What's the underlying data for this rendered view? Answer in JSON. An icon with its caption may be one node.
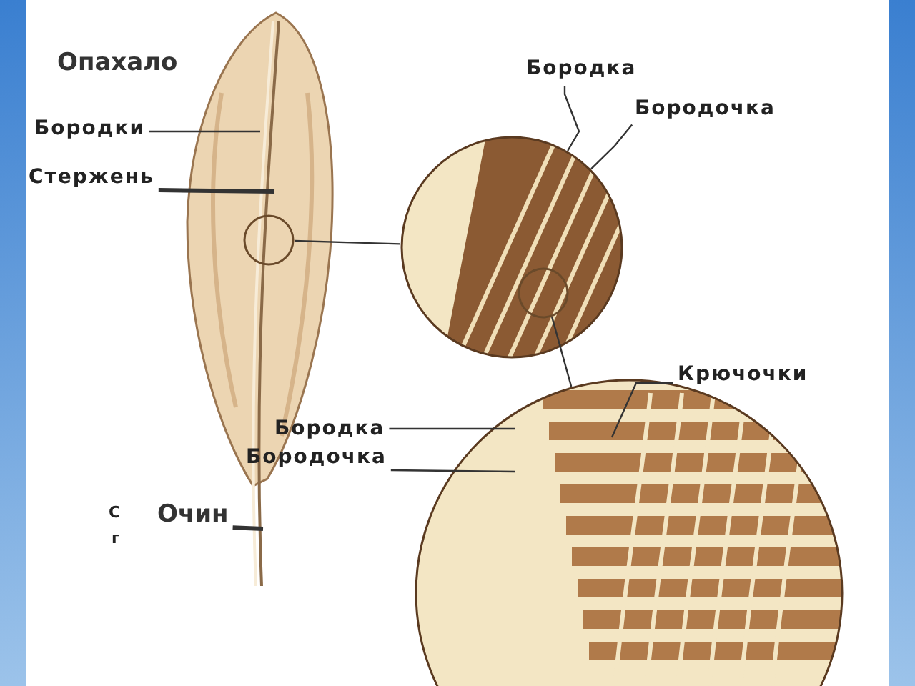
{
  "diagram": {
    "nodes": [
      {
        "text": [
          "Бородка"
        ]
      },
      {
        "text": [
          "Бородочка"
        ]
      },
      {
        "text": [
          "Бородки"
        ]
      },
      {
        "text": [
          "Стержень"
        ]
      },
      {
        "text": [],
        "shape": "picture"
      },
      {
        "text": [],
        "shape": "circle",
        "in": 4
      },
      {
        "text": [],
        "shape": "picture"
      },
      {
        "text": [],
        "shape": "circle",
        "in": 6
      },
      {
        "text": [
          "Крючочки"
        ]
      },
      {
        "text": [
          "Бородка"
        ]
      },
      {
        "text": [
          "Бородочка"
        ]
      },
      {
        "text": [],
        "shape": "picture"
      },
      {
        "text": [
          "Очин"
        ]
      }
    ],
    "edges": [
      {
        "from": 0,
        "to": 6,
        "arrow": "none"
      },
      {
        "from": 1,
        "to": 6,
        "arrow": "none"
      },
      {
        "from": 2,
        "to": 4,
        "arrow": "none"
      },
      {
        "from": 3,
        "to": 4,
        "arrow": "none",
        "style": "thick"
      },
      {
        "from": 5,
        "to": 6,
        "arrow": "none"
      },
      {
        "from": 7,
        "to": 11,
        "arrow": "none"
      },
      {
        "from": 8,
        "to": 11,
        "arrow": "none"
      },
      {
        "from": 9,
        "to": 11,
        "arrow": "none"
      },
      {
        "from": 10,
        "to": 11,
        "arrow": "none"
      },
      {
        "from": 12,
        "to": 4,
        "arrow": "none",
        "style": "thick"
      }
    ],
    "labels": [
      "Опахало",
      "С",
      "г"
    ]
  }
}
